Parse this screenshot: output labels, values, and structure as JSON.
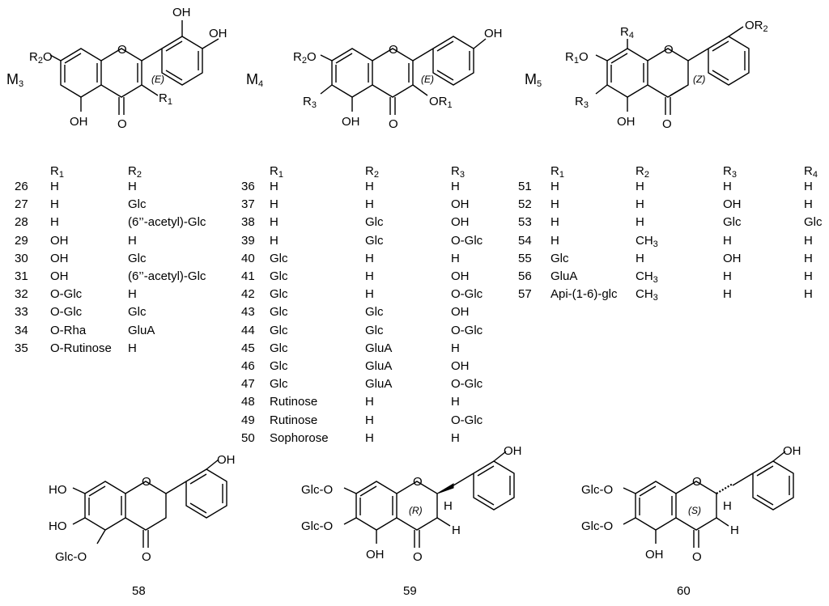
{
  "scaffolds": [
    {
      "label": "M",
      "label_sub": "3",
      "stereo": "(E)",
      "groups": {
        "r2o": "R",
        "r2o_sub": "2",
        "r2o_tail": "O",
        "oh_top1": "OH",
        "oh_top2": "OH",
        "oh_bottom": "OH",
        "carbonyl": "O",
        "ring_o": "O",
        "r1": "R",
        "r1_sub": "1"
      }
    },
    {
      "label": "M",
      "label_sub": "4",
      "stereo": "(E)",
      "groups": {
        "r2o": "R",
        "r2o_sub": "2",
        "r2o_tail": "O",
        "r3": "R",
        "r3_sub": "3",
        "oh_top": "OH",
        "oh_bottom": "OH",
        "carbonyl": "O",
        "ring_o": "O",
        "or1": "OR",
        "or1_sub": "1"
      }
    },
    {
      "label": "M",
      "label_sub": "5",
      "stereo": "(Z)",
      "groups": {
        "r4": "R",
        "r4_sub": "4",
        "r1o": "R",
        "r1o_sub": "1",
        "r1o_tail": "O",
        "r3": "R",
        "r3_sub": "3",
        "or2": "OR",
        "or2_sub": "2",
        "oh_bottom": "OH",
        "carbonyl": "O",
        "ring_o": "O"
      }
    }
  ],
  "tables": [
    {
      "headers": [
        [
          "R",
          "1"
        ],
        [
          "R",
          "2"
        ]
      ],
      "rows": [
        [
          "26",
          "H",
          "H"
        ],
        [
          "27",
          "H",
          "Glc"
        ],
        [
          "28",
          "H",
          "(6’’-acetyl)-Glc"
        ],
        [
          "29",
          "OH",
          "H"
        ],
        [
          "30",
          "OH",
          "Glc"
        ],
        [
          "31",
          "OH",
          "(6’’-acetyl)-Glc"
        ],
        [
          "32",
          "O-Glc",
          "H"
        ],
        [
          "33",
          "O-Glc",
          "Glc"
        ],
        [
          "34",
          "O-Rha",
          "GluA"
        ],
        [
          "35",
          "O-Rutinose",
          "H"
        ]
      ]
    },
    {
      "headers": [
        [
          "R",
          "1"
        ],
        [
          "R",
          "2"
        ],
        [
          "R",
          "3"
        ]
      ],
      "rows": [
        [
          "36",
          "H",
          "H",
          "H"
        ],
        [
          "37",
          "H",
          "H",
          "OH"
        ],
        [
          "38",
          "H",
          "Glc",
          "OH"
        ],
        [
          "39",
          "H",
          "Glc",
          "O-Glc"
        ],
        [
          "40",
          "Glc",
          "H",
          "H"
        ],
        [
          "41",
          "Glc",
          "H",
          "OH"
        ],
        [
          "42",
          "Glc",
          "H",
          "O-Glc"
        ],
        [
          "43",
          "Glc",
          "Glc",
          "OH"
        ],
        [
          "44",
          "Glc",
          "Glc",
          "O-Glc"
        ],
        [
          "45",
          "Glc",
          "GluA",
          "H"
        ],
        [
          "46",
          "Glc",
          "GluA",
          "OH"
        ],
        [
          "47",
          "Glc",
          "GluA",
          "O-Glc"
        ],
        [
          "48",
          "Rutinose",
          "H",
          "H"
        ],
        [
          "49",
          "Rutinose",
          "H",
          "O-Glc"
        ],
        [
          "50",
          "Sophorose",
          "H",
          "H"
        ]
      ]
    },
    {
      "headers": [
        [
          "R",
          "1"
        ],
        [
          "R",
          "2"
        ],
        [
          "R",
          "3"
        ],
        [
          "R",
          "4"
        ]
      ],
      "rows": [
        [
          "51",
          "H",
          "H",
          "H",
          "H"
        ],
        [
          "52",
          "H",
          "H",
          "OH",
          "H"
        ],
        [
          "53",
          "H",
          "H",
          "Glc",
          "Glc"
        ],
        [
          "54",
          "H",
          "CH3",
          "H",
          "H"
        ],
        [
          "55",
          "Glc",
          "H",
          "OH",
          "H"
        ],
        [
          "56",
          "GluA",
          "CH3",
          "H",
          "H"
        ],
        [
          "57",
          "Api-(1-6)-glc",
          "CH3",
          "H",
          "H"
        ]
      ]
    }
  ],
  "compounds": [
    {
      "number": "58",
      "groups": {
        "ho1": "HO",
        "ho2": "HO",
        "glco": "Glc",
        "glco_tail": "O",
        "carbonyl": "O",
        "ring_o": "O",
        "oh": "OH"
      }
    },
    {
      "number": "59",
      "stereo": "(R)",
      "groups": {
        "glc1": "Glc",
        "glc1_tail": "O",
        "glc2": "Glc",
        "glc2_tail": "O",
        "oh_bottom": "OH",
        "carbonyl": "O",
        "ring_o": "O",
        "oh": "OH",
        "h1": "H",
        "h2": "H"
      }
    },
    {
      "number": "60",
      "stereo": "(S)",
      "groups": {
        "glc1": "Glc",
        "glc1_tail": "O",
        "glc2": "Glc",
        "glc2_tail": "O",
        "oh_bottom": "OH",
        "carbonyl": "O",
        "ring_o": "O",
        "oh": "OH",
        "h1": "H",
        "h2": "H"
      }
    }
  ]
}
